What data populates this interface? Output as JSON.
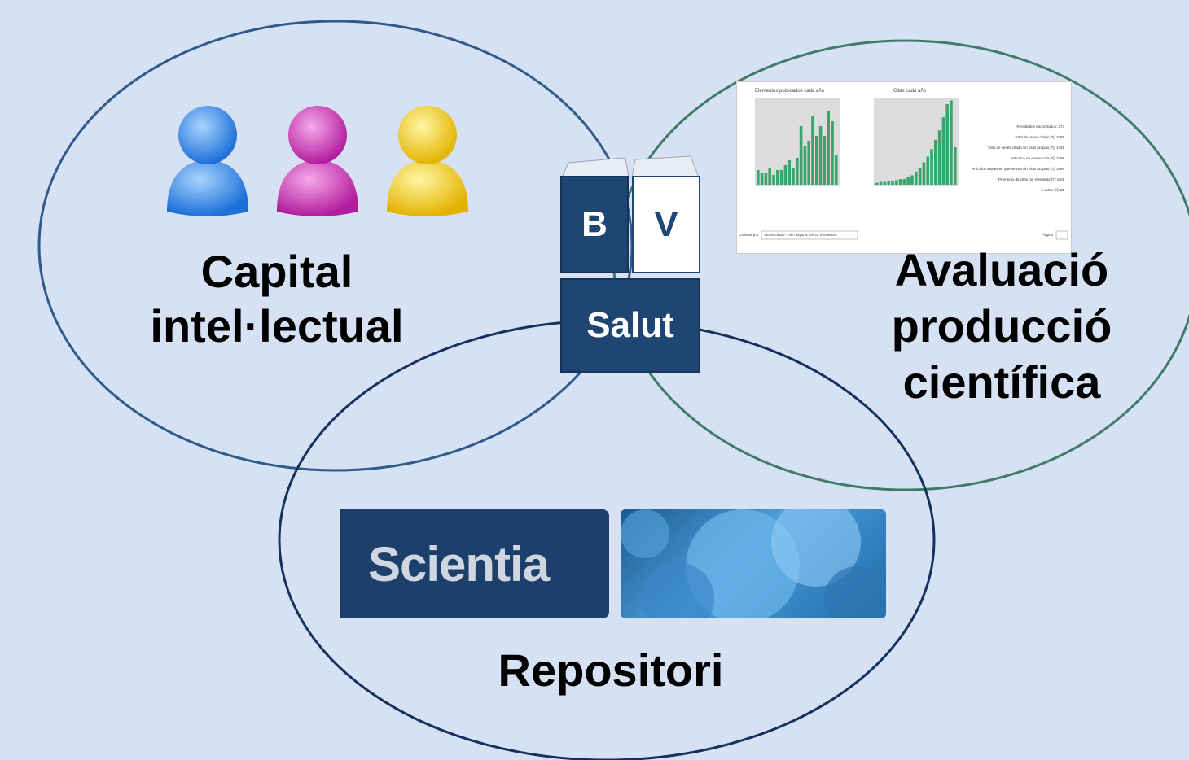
{
  "labels": {
    "capital_line1": "Capital",
    "capital_line2": "intel·lectual",
    "aval_line1": "Avaluació",
    "aval_line2": "producció",
    "aval_line3": "científica",
    "repositori": "Repositori"
  },
  "bvsalut": {
    "b": "B",
    "v": "V",
    "salut": "Salut"
  },
  "scientia": {
    "title": "Scientia"
  },
  "screenshot": {
    "chart1_title": "Elementos publicados cada año",
    "chart2_title": "Citas cada año",
    "stats": [
      "Resultados encontrados: 273",
      "Total de veces citado [?]: 1085",
      "Total de veces citado sin citas propias [?]: 1736",
      "Artículos en que se cita [?]: 1796",
      "Artículos totales en que se cita sin citas propias [?]: 1666",
      "Promedio de citas por elemento [?]: 6.01",
      "h-index [?]: 21"
    ],
    "sort_label": "Ordenar por:",
    "sort_value": "Veces citado -- de mayor a menor frecuencia",
    "page_label": "Página"
  },
  "people_icons": [
    "user-blue-icon",
    "user-magenta-icon",
    "user-yellow-icon"
  ],
  "colors": {
    "background": "#d6e2f4",
    "circle_capital": "#2f5a8a",
    "circle_aval": "#3f7a6a",
    "circle_repo": "#16305e",
    "bv_navy": "#1f4572",
    "bar_green": "#3aa56a"
  }
}
